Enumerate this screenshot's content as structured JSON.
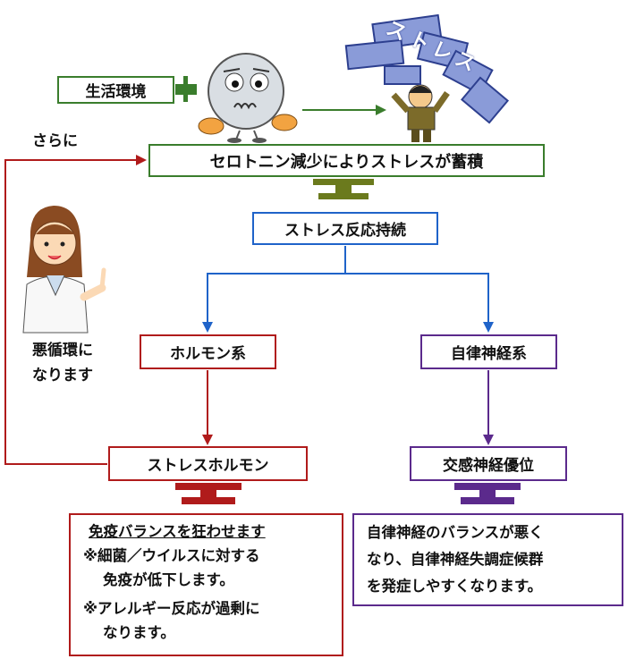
{
  "colors": {
    "green": "#3a7d2c",
    "olive": "#6b7a1d",
    "blue": "#1f63c9",
    "red": "#b01b1b",
    "purple": "#5b2a8c",
    "brick": "#8a9bd8"
  },
  "nodes": {
    "environment": "生活環境",
    "serotonin": "セロトニン減少によりストレスが蓄積",
    "stress_response": "ストレス反応持続",
    "hormone_system": "ホルモン系",
    "autonomic_system": "自律神経系",
    "stress_hormone": "ストレスホルモン",
    "sympathetic": "交感神経優位"
  },
  "loop_label": "さらに",
  "brick_text": "ストレス",
  "doctor_caption": [
    "悪循環に",
    "なります"
  ],
  "immune_box": {
    "title": "免疫バランスを狂わせます",
    "items": [
      [
        "※細菌／ウイルスに対する",
        "免疫が低下します。"
      ],
      [
        "※アレルギー反応が過剰に",
        "なります。"
      ]
    ]
  },
  "autonomic_box": {
    "lines": [
      "自律神経のバランスが悪く",
      "なり、自律神経失調症候群",
      "を発症しやすくなります。"
    ]
  },
  "icons": [
    "sad-ball-character-icon",
    "stressed-man-icon",
    "doctor-woman-icon"
  ]
}
